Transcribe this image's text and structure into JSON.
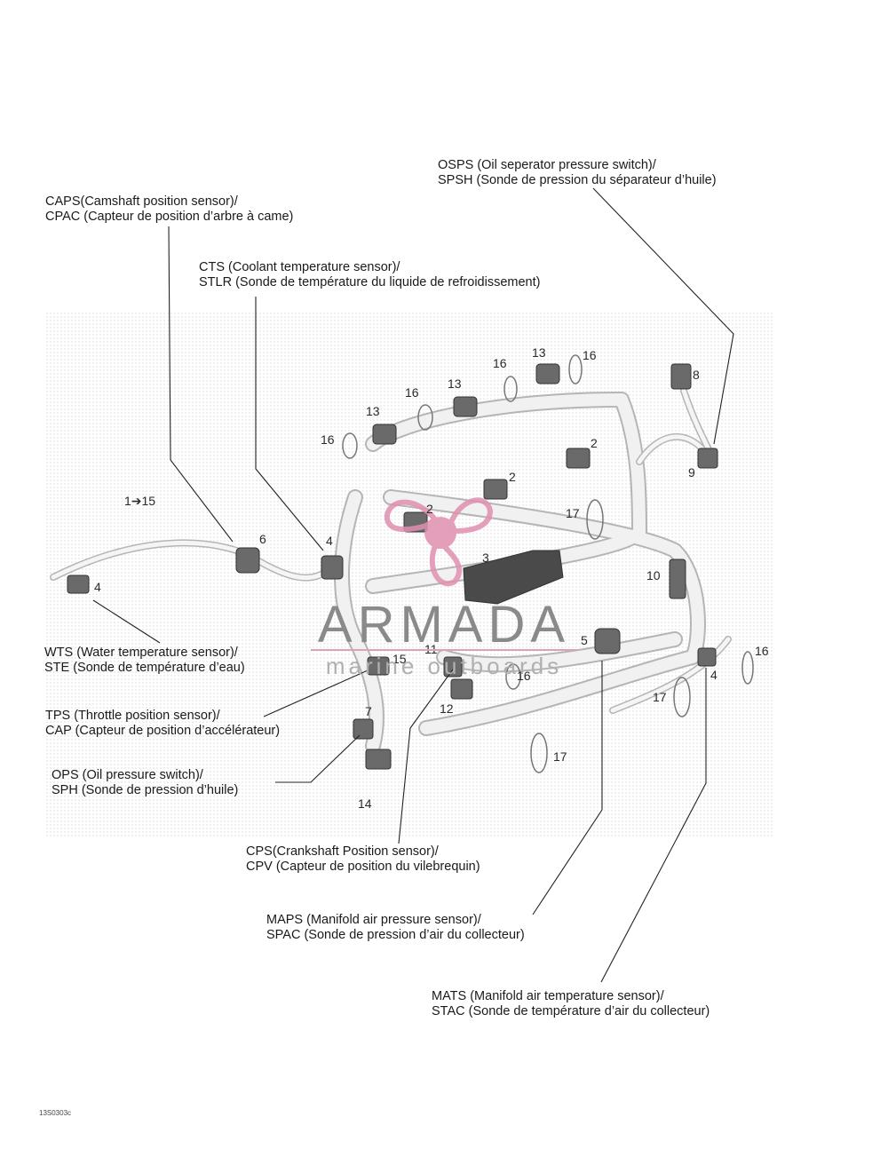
{
  "labels": {
    "osps_1": "OSPS (Oil seperator pressure switch)/",
    "osps_2": "SPSH (Sonde de pression du séparateur d’huile)",
    "caps_1": "CAPS(Camshaft position sensor)/",
    "caps_2": "CPAC (Capteur de position d’arbre à came)",
    "cts_1": "CTS (Coolant temperature sensor)/",
    "cts_2": "STLR (Sonde de température du liquide de refroidissement)",
    "wts_1": "WTS (Water temperature sensor)/",
    "wts_2": "STE (Sonde de température d’eau)",
    "tps_1": "TPS (Throttle position sensor)/",
    "tps_2": "CAP (Capteur de position d’accélérateur)",
    "ops_1": "OPS (Oil pressure switch)/",
    "ops_2": "SPH (Sonde de pression d’huile)",
    "cps_1": "CPS(Crankshaft Position sensor)/",
    "cps_2": "CPV (Capteur de position du vilebrequin)",
    "maps_1": "MAPS (Manifold air pressure sensor)/",
    "maps_2": "SPAC (Sonde de pression d’air du collecteur)",
    "mats_1": "MATS (Manifold air temperature sensor)/",
    "mats_2": "STAC (Sonde de température d’air du collecteur)"
  },
  "callouts": {
    "c_1to15": "1➔15",
    "c16a": "16",
    "c16b": "16",
    "c16c": "16",
    "c16d": "16",
    "c16e": "16",
    "c16f": "16",
    "c13a": "13",
    "c13b": "13",
    "c13c": "13",
    "c8": "8",
    "c9": "9",
    "c2a": "2",
    "c2b": "2",
    "c2c": "2",
    "c17a": "17",
    "c17b": "17",
    "c17c": "17",
    "c6": "6",
    "c4a": "4",
    "c4b": "4",
    "c4c": "4",
    "c3": "3",
    "c10": "10",
    "c5": "5",
    "c11": "11",
    "c15": "15",
    "c12": "12",
    "c7": "7",
    "c14": "14"
  },
  "watermark": {
    "title": "ARMADA",
    "subtitle": "marine outboards"
  },
  "footer": {
    "code": "13S0303c"
  },
  "colors": {
    "harness": "#f1f1f1",
    "harness_edge": "#b5b5b5",
    "logo_pink": "#e08fb0",
    "text": "#1a1a1a"
  }
}
